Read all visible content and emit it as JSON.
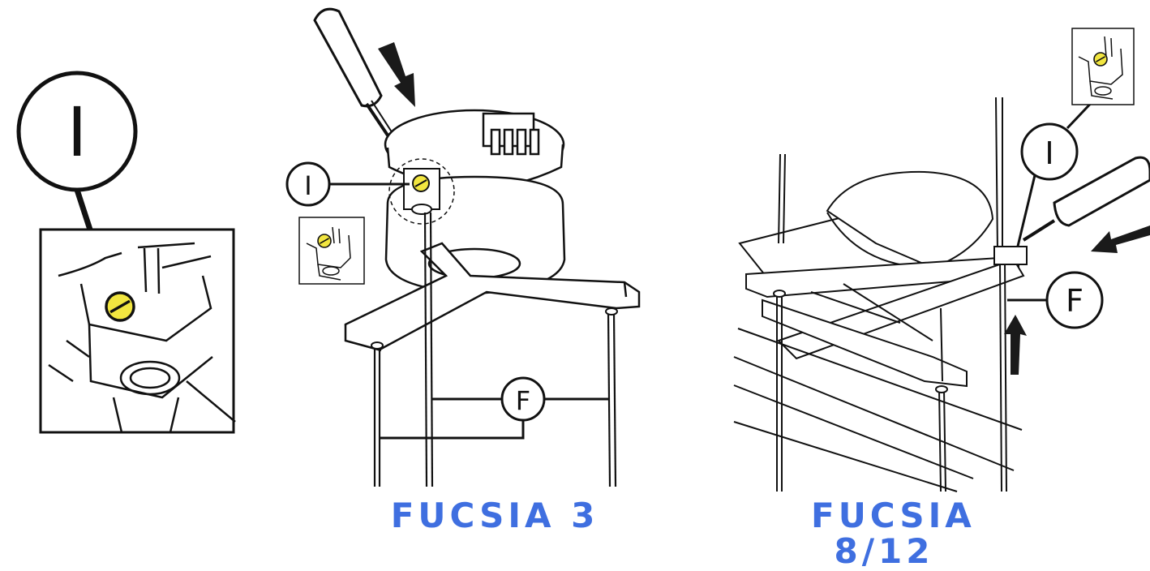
{
  "labels": {
    "detail_large": "I",
    "fucsia3_screw": "I",
    "fucsia3_cable": "F",
    "fucsia8_screw": "I",
    "fucsia8_cable": "F"
  },
  "captions": {
    "left": "FUCSIA 3",
    "right_line1": "FUCSIA",
    "right_line2": "8/12"
  },
  "colors": {
    "caption": "#3f6fe0",
    "screw": "#f2e640",
    "line": "#111111",
    "arrow": "#1a1a1a"
  },
  "icons": [
    "screwdriver-icon",
    "down-arrow-icon",
    "up-arrow-icon",
    "left-arrow-icon",
    "screw-icon"
  ]
}
